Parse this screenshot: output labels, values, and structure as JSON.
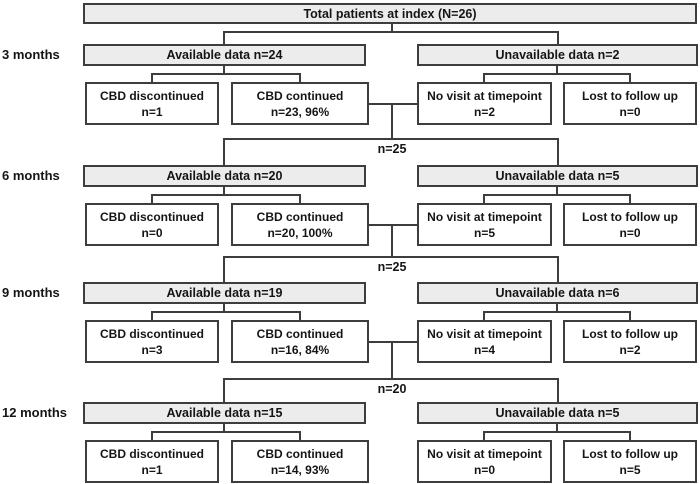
{
  "diagram": {
    "title": "Total patients at index (N=26)",
    "sections": [
      {
        "label": "3 months",
        "available": "Available data n=24",
        "unavailable": "Unavailable data n=2",
        "boxes": {
          "cbd_discontinued": {
            "line1": "CBD discontinued",
            "line2": "n=1"
          },
          "cbd_continued": {
            "line1": "CBD continued",
            "line2": "n=23, 96%"
          },
          "no_visit": {
            "line1": "No visit at timepoint",
            "line2": "n=2"
          },
          "lost_followup": {
            "line1": "Lost to follow up",
            "line2": "n=0"
          }
        }
      },
      {
        "label": "6 months",
        "available": "Available data n=20",
        "unavailable": "Unavailable data n=5",
        "boxes": {
          "cbd_discontinued": {
            "line1": "CBD discontinued",
            "line2": "n=0"
          },
          "cbd_continued": {
            "line1": "CBD continued",
            "line2": "n=20, 100%"
          },
          "no_visit": {
            "line1": "No visit at timepoint",
            "line2": "n=5"
          },
          "lost_followup": {
            "line1": "Lost to follow up",
            "line2": "n=0"
          }
        }
      },
      {
        "label": "9 months",
        "available": "Available data n=19",
        "unavailable": "Unavailable data n=6",
        "boxes": {
          "cbd_discontinued": {
            "line1": "CBD discontinued",
            "line2": "n=3"
          },
          "cbd_continued": {
            "line1": "CBD continued",
            "line2": "n=16, 84%"
          },
          "no_visit": {
            "line1": "No visit at timepoint",
            "line2": "n=4"
          },
          "lost_followup": {
            "line1": "Lost to follow up",
            "line2": "n=2"
          }
        }
      },
      {
        "label": "12 months",
        "available": "Available data n=15",
        "unavailable": "Unavailable data n=5",
        "boxes": {
          "cbd_discontinued": {
            "line1": "CBD discontinued",
            "line2": "n=1"
          },
          "cbd_continued": {
            "line1": "CBD continued",
            "line2": "n=14, 93%"
          },
          "no_visit": {
            "line1": "No visit at timepoint",
            "line2": "n=0"
          },
          "lost_followup": {
            "line1": "Lost to follow up",
            "line2": "n=5"
          }
        }
      }
    ],
    "connectors": [
      "n=25",
      "n=25",
      "n=20"
    ],
    "colors": {
      "header_fill": "#ececec",
      "box_fill": "#ffffff",
      "border": "#3d3d3d",
      "text": "#151515"
    }
  }
}
